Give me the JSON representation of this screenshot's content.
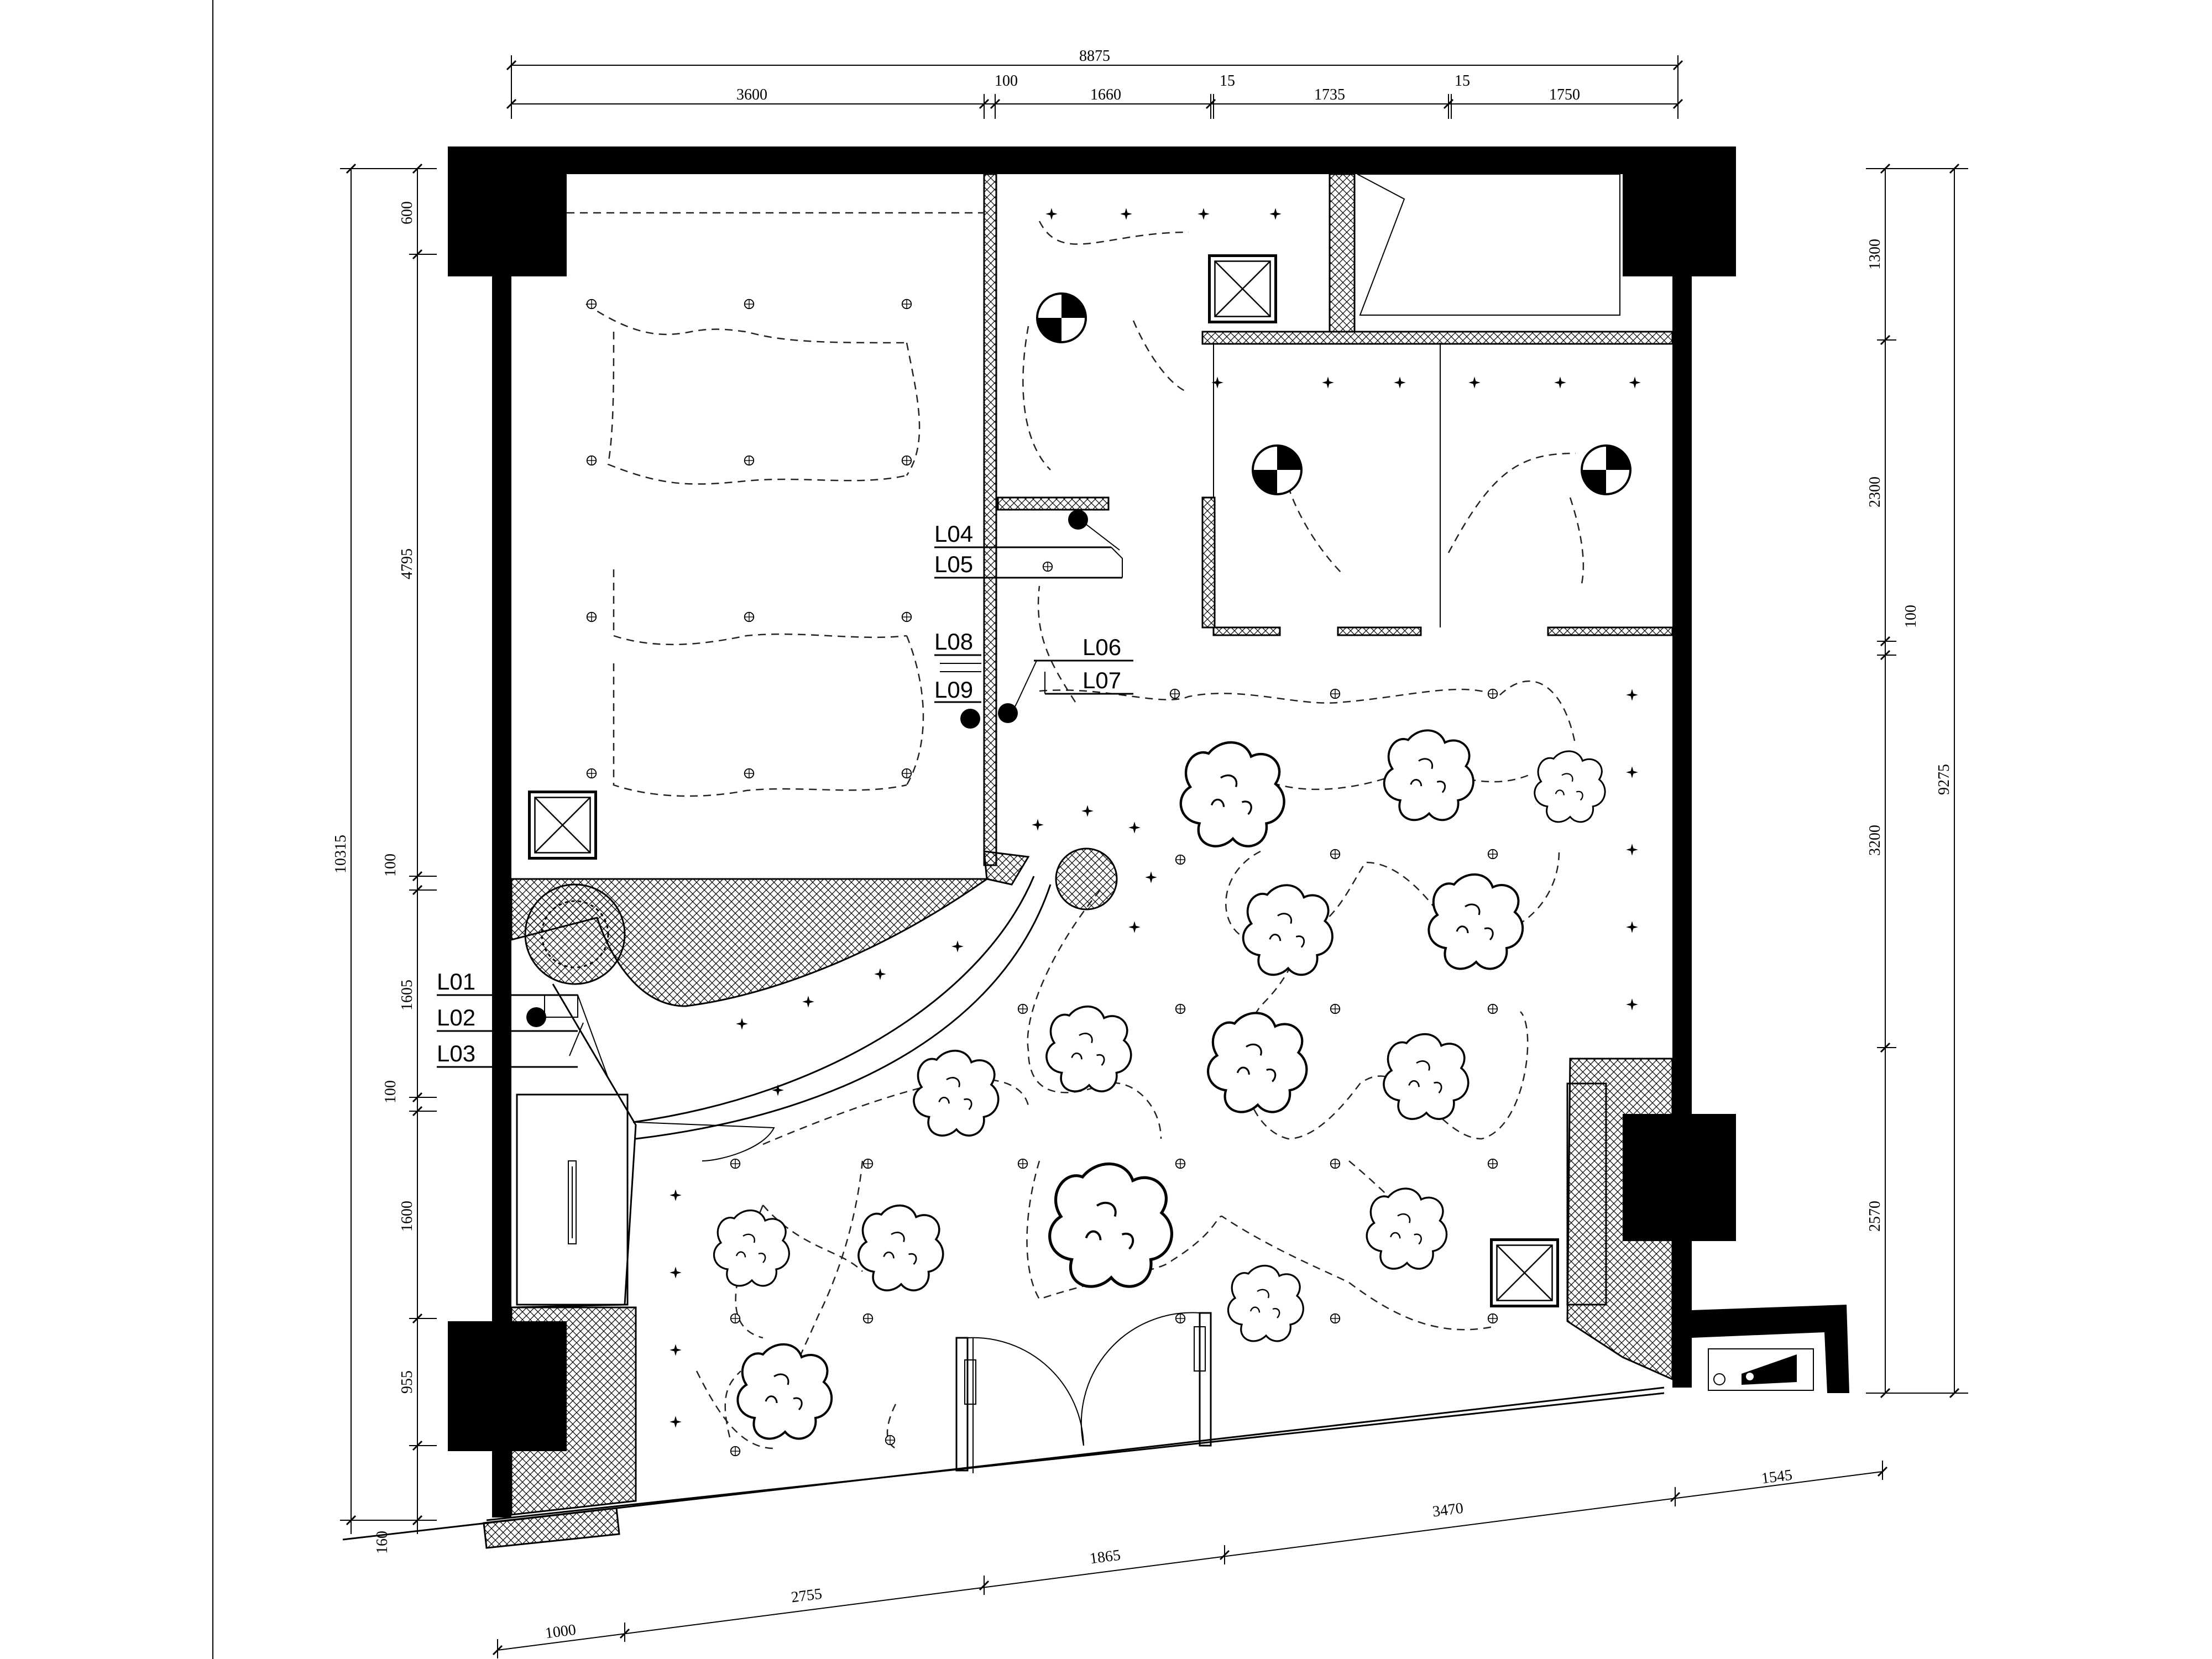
{
  "dimensions": {
    "top_total": "8875",
    "top_segments": [
      "3600",
      "100",
      "1660",
      "15",
      "1735",
      "15",
      "1750"
    ],
    "left_total": "10315",
    "left_segments": [
      "600",
      "4795",
      "100",
      "1605",
      "100",
      "1600",
      "955",
      "160"
    ],
    "right_total": "9275",
    "right_segments": [
      "1300",
      "2300",
      "100",
      "3200",
      "2570"
    ],
    "bottom_segments": [
      "1000",
      "2755",
      "1865",
      "3470",
      "1545"
    ]
  },
  "tags": [
    "L01",
    "L02",
    "L03",
    "L04",
    "L05",
    "L06",
    "L07",
    "L08",
    "L09"
  ],
  "colors": {
    "ink": "#000000",
    "paper": "#ffffff"
  }
}
